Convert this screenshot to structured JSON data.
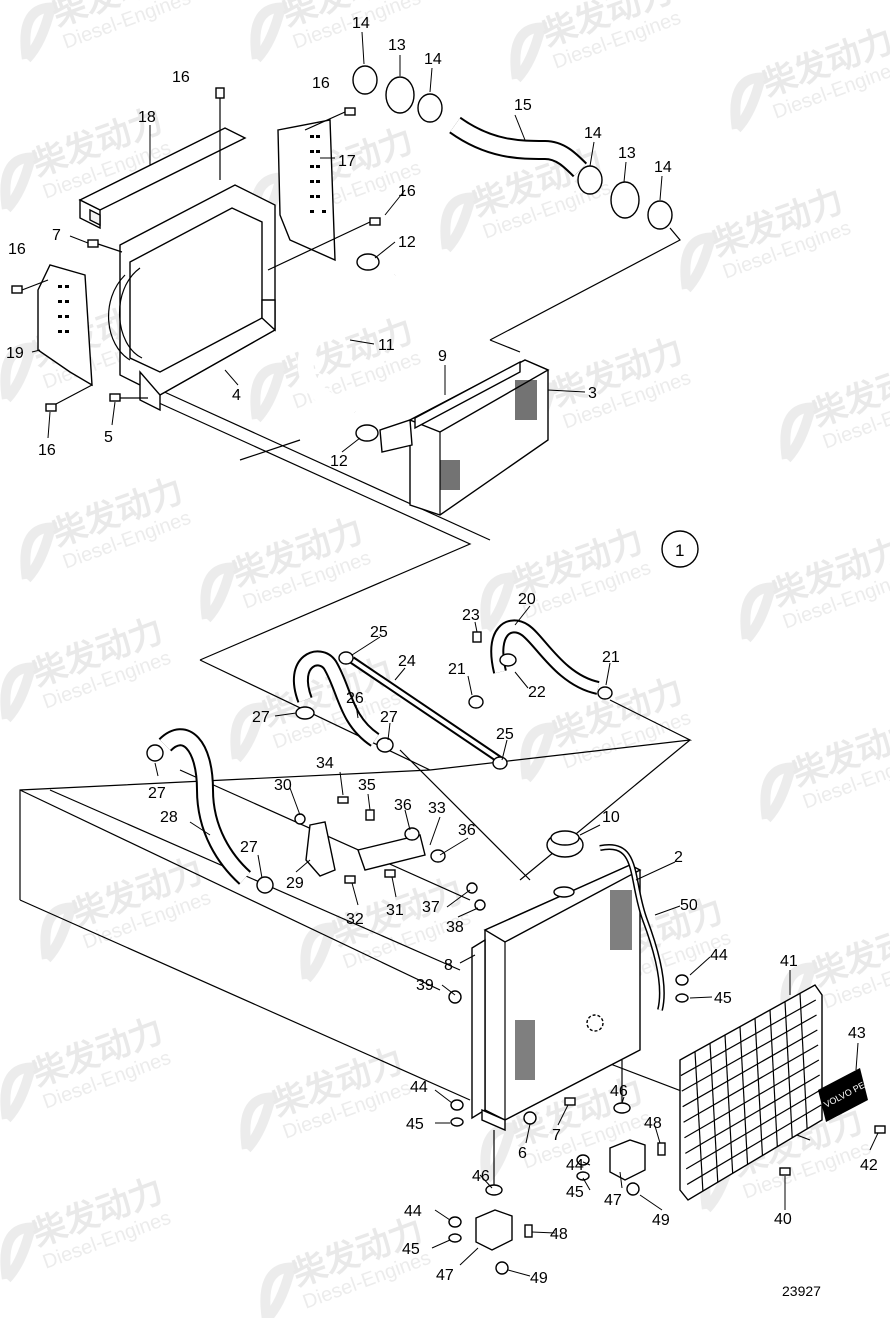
{
  "diagram": {
    "drawing_number": "23927",
    "group_marker": "1",
    "watermark": {
      "brand": "柴发动力",
      "subtitle": "Diesel-Engines"
    },
    "callouts": [
      {
        "id": "c14a",
        "text": "14"
      },
      {
        "id": "c13a",
        "text": "13"
      },
      {
        "id": "c14b",
        "text": "14"
      },
      {
        "id": "c16a",
        "text": "16"
      },
      {
        "id": "c16b",
        "text": "16"
      },
      {
        "id": "c18",
        "text": "18"
      },
      {
        "id": "c15",
        "text": "15"
      },
      {
        "id": "c14c",
        "text": "14"
      },
      {
        "id": "c13b",
        "text": "13"
      },
      {
        "id": "c14d",
        "text": "14"
      },
      {
        "id": "c17",
        "text": "17"
      },
      {
        "id": "c16c",
        "text": "16"
      },
      {
        "id": "c7a",
        "text": "7"
      },
      {
        "id": "c16d",
        "text": "16"
      },
      {
        "id": "c12a",
        "text": "12"
      },
      {
        "id": "c11",
        "text": "11"
      },
      {
        "id": "c19",
        "text": "19"
      },
      {
        "id": "c9",
        "text": "9"
      },
      {
        "id": "c3",
        "text": "3"
      },
      {
        "id": "c4",
        "text": "4"
      },
      {
        "id": "c5",
        "text": "5"
      },
      {
        "id": "c16e",
        "text": "16"
      },
      {
        "id": "c12b",
        "text": "12"
      },
      {
        "id": "c20",
        "text": "20"
      },
      {
        "id": "c23",
        "text": "23"
      },
      {
        "id": "c25a",
        "text": "25"
      },
      {
        "id": "c24",
        "text": "24"
      },
      {
        "id": "c21a",
        "text": "21"
      },
      {
        "id": "c22",
        "text": "22"
      },
      {
        "id": "c21b",
        "text": "21"
      },
      {
        "id": "c27a",
        "text": "27"
      },
      {
        "id": "c26",
        "text": "26"
      },
      {
        "id": "c27b",
        "text": "27"
      },
      {
        "id": "c25b",
        "text": "25"
      },
      {
        "id": "c27c",
        "text": "27"
      },
      {
        "id": "c30",
        "text": "30"
      },
      {
        "id": "c34",
        "text": "34"
      },
      {
        "id": "c35",
        "text": "35"
      },
      {
        "id": "c36a",
        "text": "36"
      },
      {
        "id": "c33",
        "text": "33"
      },
      {
        "id": "c36b",
        "text": "36"
      },
      {
        "id": "c10",
        "text": "10"
      },
      {
        "id": "c28",
        "text": "28"
      },
      {
        "id": "c27d",
        "text": "27"
      },
      {
        "id": "c29",
        "text": "29"
      },
      {
        "id": "c2",
        "text": "2"
      },
      {
        "id": "c32",
        "text": "32"
      },
      {
        "id": "c31",
        "text": "31"
      },
      {
        "id": "c37",
        "text": "37"
      },
      {
        "id": "c38",
        "text": "38"
      },
      {
        "id": "c50",
        "text": "50"
      },
      {
        "id": "c8",
        "text": "8"
      },
      {
        "id": "c44a",
        "text": "44"
      },
      {
        "id": "c39",
        "text": "39"
      },
      {
        "id": "c45a",
        "text": "45"
      },
      {
        "id": "c41",
        "text": "41"
      },
      {
        "id": "c43",
        "text": "43"
      },
      {
        "id": "c44b",
        "text": "44"
      },
      {
        "id": "c46a",
        "text": "46"
      },
      {
        "id": "c45b",
        "text": "45"
      },
      {
        "id": "c48a",
        "text": "48"
      },
      {
        "id": "c7b",
        "text": "7"
      },
      {
        "id": "c6",
        "text": "6"
      },
      {
        "id": "c44c",
        "text": "44"
      },
      {
        "id": "c42",
        "text": "42"
      },
      {
        "id": "c45c",
        "text": "45"
      },
      {
        "id": "c47a",
        "text": "47"
      },
      {
        "id": "c46b",
        "text": "46"
      },
      {
        "id": "c49a",
        "text": "49"
      },
      {
        "id": "c40",
        "text": "40"
      },
      {
        "id": "c44d",
        "text": "44"
      },
      {
        "id": "c48b",
        "text": "48"
      },
      {
        "id": "c45d",
        "text": "45"
      },
      {
        "id": "c47b",
        "text": "47"
      },
      {
        "id": "c49b",
        "text": "49"
      }
    ],
    "badge_text": "VOLVO PENTA"
  }
}
